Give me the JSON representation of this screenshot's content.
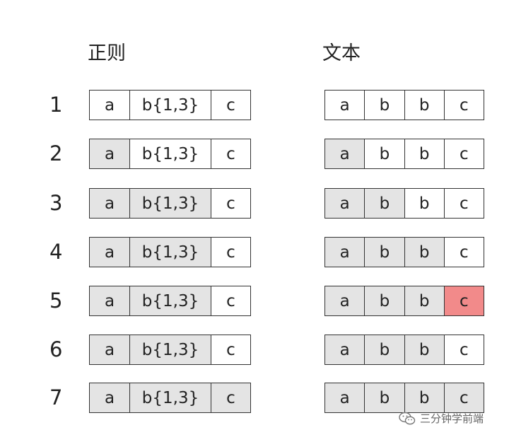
{
  "headers": {
    "regex": "正则",
    "text": "文本"
  },
  "regex_tokens": [
    "a",
    "b{1,3}",
    "c"
  ],
  "text_chars": [
    "a",
    "b",
    "b",
    "c"
  ],
  "colors": {
    "border": "#333333",
    "matched": "#e4e4e4",
    "mismatch": "#f28a8a",
    "unmatched": "#ffffff"
  },
  "steps": [
    {
      "label": "1",
      "regex_hl": [
        false,
        false,
        false
      ],
      "text_state": [
        "none",
        "none",
        "none",
        "none"
      ]
    },
    {
      "label": "2",
      "regex_hl": [
        true,
        false,
        false
      ],
      "text_state": [
        "hl",
        "none",
        "none",
        "none"
      ]
    },
    {
      "label": "3",
      "regex_hl": [
        true,
        true,
        false
      ],
      "text_state": [
        "hl",
        "hl",
        "none",
        "none"
      ]
    },
    {
      "label": "4",
      "regex_hl": [
        true,
        true,
        false
      ],
      "text_state": [
        "hl",
        "hl",
        "hl",
        "none"
      ]
    },
    {
      "label": "5",
      "regex_hl": [
        true,
        true,
        false
      ],
      "text_state": [
        "hl",
        "hl",
        "hl",
        "err"
      ]
    },
    {
      "label": "6",
      "regex_hl": [
        true,
        true,
        false
      ],
      "text_state": [
        "hl",
        "hl",
        "hl",
        "none"
      ]
    },
    {
      "label": "7",
      "regex_hl": [
        true,
        true,
        true
      ],
      "text_state": [
        "hl",
        "hl",
        "hl",
        "hl"
      ]
    }
  ],
  "watermark": {
    "icon": "wechat-icon",
    "text": "三分钟学前端"
  }
}
